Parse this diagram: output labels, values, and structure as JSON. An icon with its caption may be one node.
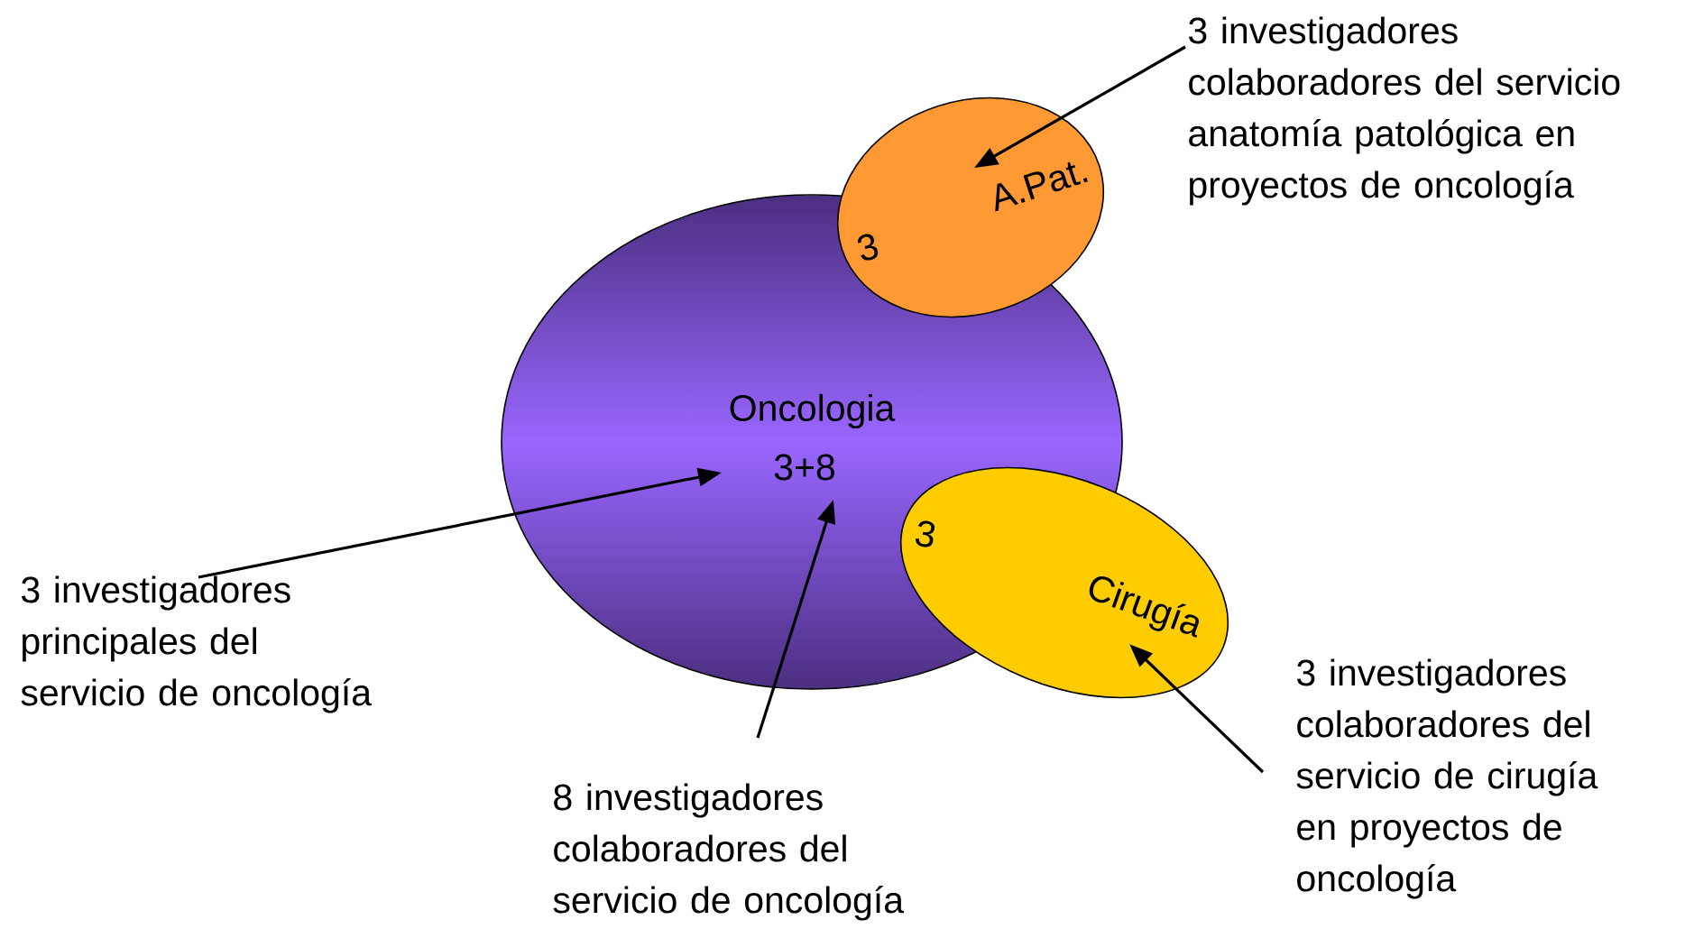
{
  "diagram": {
    "nodes": [
      {
        "text": [
          "Oncologia",
          "3+8"
        ]
      },
      {
        "text": [
          "3",
          "A.Pat."
        ]
      },
      {
        "text": [
          "3",
          "Cirugía"
        ]
      },
      {
        "text": [
          "3 investigadores colaboradores del servicio anatomía patológica en proyectos de oncología"
        ]
      },
      {
        "text": [
          "3 investigadores principales del servicio de oncología"
        ]
      },
      {
        "text": [
          "8 investigadores colaboradores del servicio de oncología"
        ]
      },
      {
        "text": [
          "3 investigadores colaboradores del servicio de cirugía en proyectos de oncología"
        ]
      }
    ],
    "edges": [
      {
        "from": 3,
        "to": 1,
        "arrow": "to"
      },
      {
        "from": 4,
        "to": 0,
        "arrow": "to"
      },
      {
        "from": 5,
        "to": 0,
        "arrow": "to"
      },
      {
        "from": 6,
        "to": 2,
        "arrow": "to"
      }
    ]
  }
}
